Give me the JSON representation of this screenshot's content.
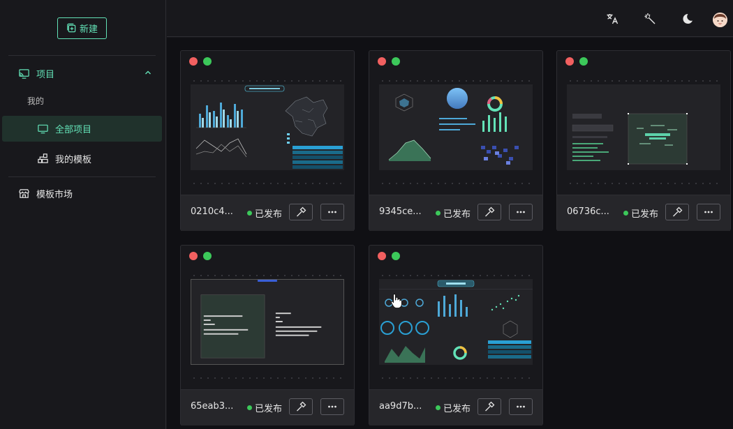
{
  "sidebar": {
    "new_label": "新建",
    "group_label": "项目",
    "sub_label": "我的",
    "items": [
      {
        "label": "全部项目",
        "icon": "monitor-icon",
        "active": true
      },
      {
        "label": "我的模板",
        "icon": "template-icon",
        "active": false
      }
    ],
    "market_label": "模板市场"
  },
  "header": {
    "icons": [
      "translate-icon",
      "magic-wand-icon",
      "moon-icon",
      "avatar"
    ]
  },
  "cards": [
    {
      "name": "0210c4...",
      "status": "已发布"
    },
    {
      "name": "9345ce...",
      "status": "已发布"
    },
    {
      "name": "06736c...",
      "status": "已发布"
    },
    {
      "name": "65eab3...",
      "status": "已发布"
    },
    {
      "name": "aa9d7b...",
      "status": "已发布"
    }
  ],
  "colors": {
    "accent": "#63e2b7",
    "published": "#3cc85a",
    "close": "#f26060",
    "background": "#101014"
  }
}
